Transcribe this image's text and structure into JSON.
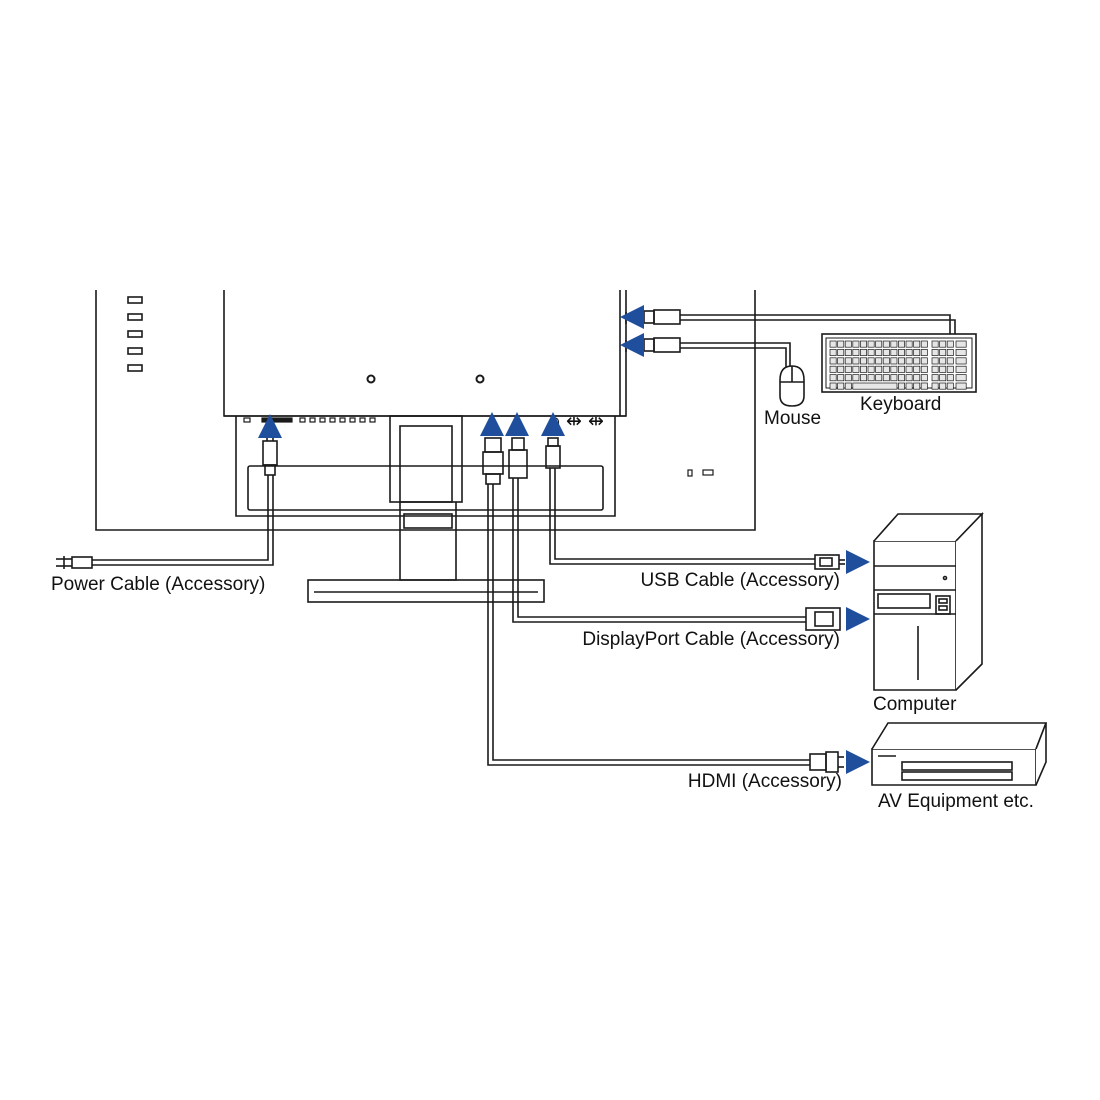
{
  "colors": {
    "line": "#1a1a1a",
    "arrow": "#1f4e9c",
    "background": "#ffffff",
    "panel": "#ffffff",
    "keycap": "#e6e6e6"
  },
  "labels": {
    "power_cable": "Power Cable (Accessory)",
    "usb_cable": "USB Cable (Accessory)",
    "displayport_cable": "DisplayPort Cable (Accessory)",
    "hdmi_cable": "HDMI (Accessory)",
    "mouse": "Mouse",
    "keyboard": "Keyboard",
    "computer": "Computer",
    "av_equipment": "AV Equipment etc."
  },
  "icons": {
    "arrow": "blue-arrow-icon",
    "usb_plug": "usb-plug-icon",
    "hdmi_plug": "hdmi-plug-icon",
    "displayport_plug": "displayport-plug-icon",
    "power_plug": "power-plug-icon"
  }
}
